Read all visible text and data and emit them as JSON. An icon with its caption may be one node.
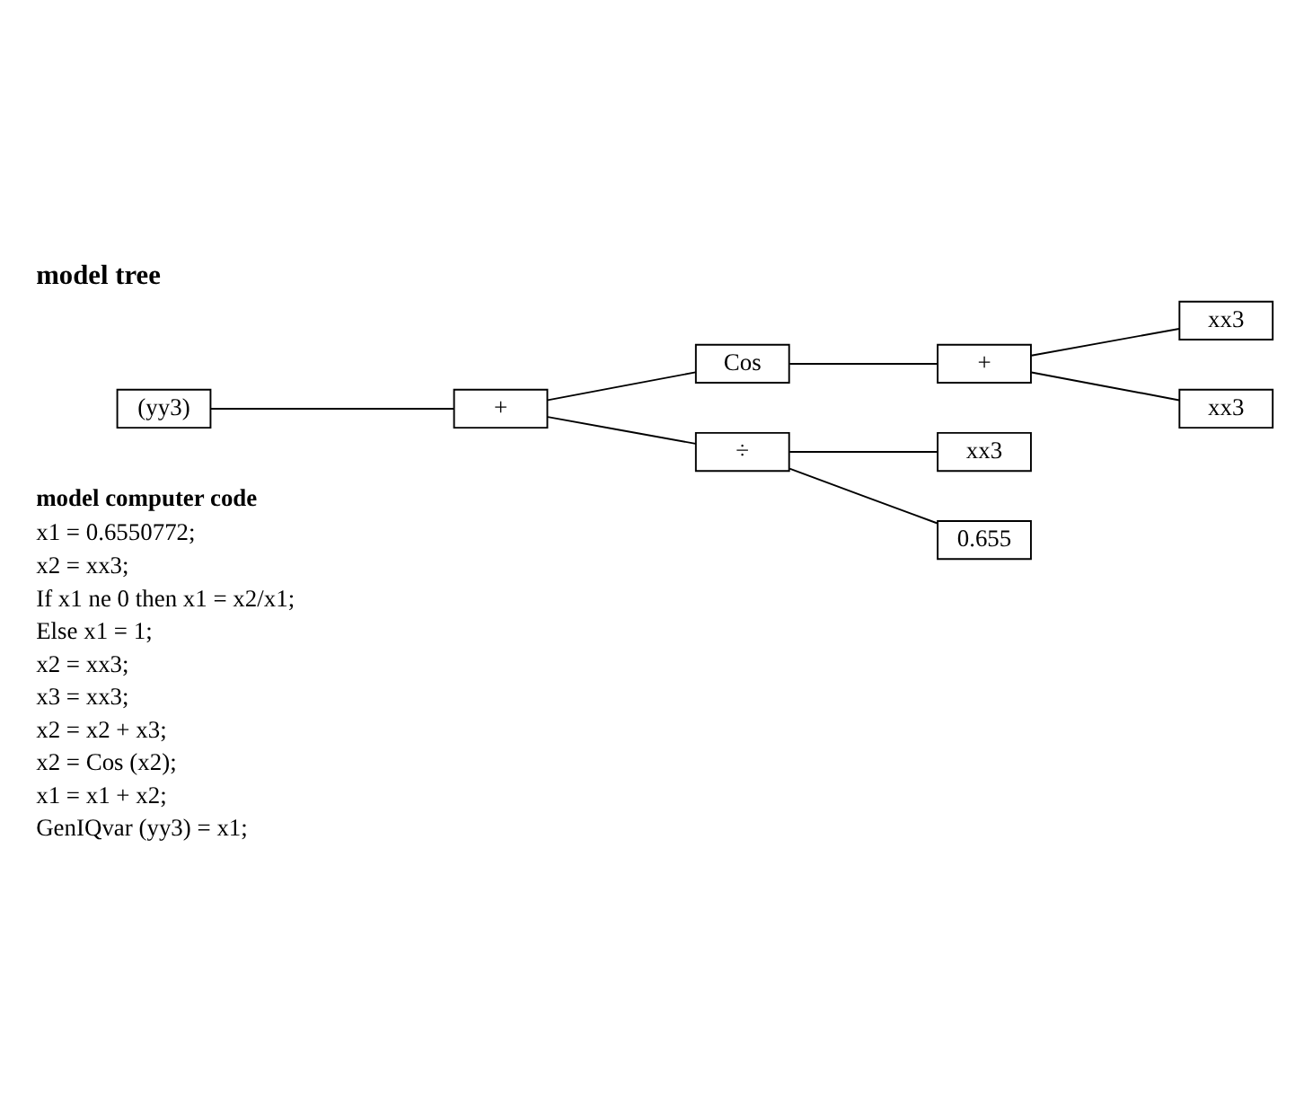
{
  "diagram": {
    "title": "model tree",
    "nodes": [
      {
        "text": [
          "(yy3)"
        ]
      },
      {
        "text": [
          "+"
        ]
      },
      {
        "text": [
          "Cos"
        ]
      },
      {
        "text": [
          "+"
        ]
      },
      {
        "text": [
          "xx3"
        ]
      },
      {
        "text": [
          "xx3"
        ]
      },
      {
        "text": [
          "÷"
        ]
      },
      {
        "text": [
          "xx3"
        ]
      },
      {
        "text": [
          "0.655"
        ]
      }
    ],
    "edges": [
      {
        "from": 0,
        "to": 1,
        "arrow": "none"
      },
      {
        "from": 1,
        "to": 2,
        "arrow": "none"
      },
      {
        "from": 1,
        "to": 6,
        "arrow": "none"
      },
      {
        "from": 2,
        "to": 3,
        "arrow": "none"
      },
      {
        "from": 3,
        "to": 4,
        "arrow": "none"
      },
      {
        "from": 3,
        "to": 5,
        "arrow": "none"
      },
      {
        "from": 6,
        "to": 7,
        "arrow": "none"
      },
      {
        "from": 6,
        "to": 8,
        "arrow": "none"
      }
    ],
    "labels": [
      "model computer code",
      "x1 = 0.6550772;",
      "x2 = xx3;",
      "If x1 ne 0 then x1 = x2/x1;",
      "Else x1 = 1;",
      "x2 = xx3;",
      "x3 = xx3;",
      "x2 = x2 + x3;",
      "x2 = Cos (x2);",
      "x1 = x1 + x2;",
      "GenIQvar (yy3) = x1;"
    ]
  }
}
